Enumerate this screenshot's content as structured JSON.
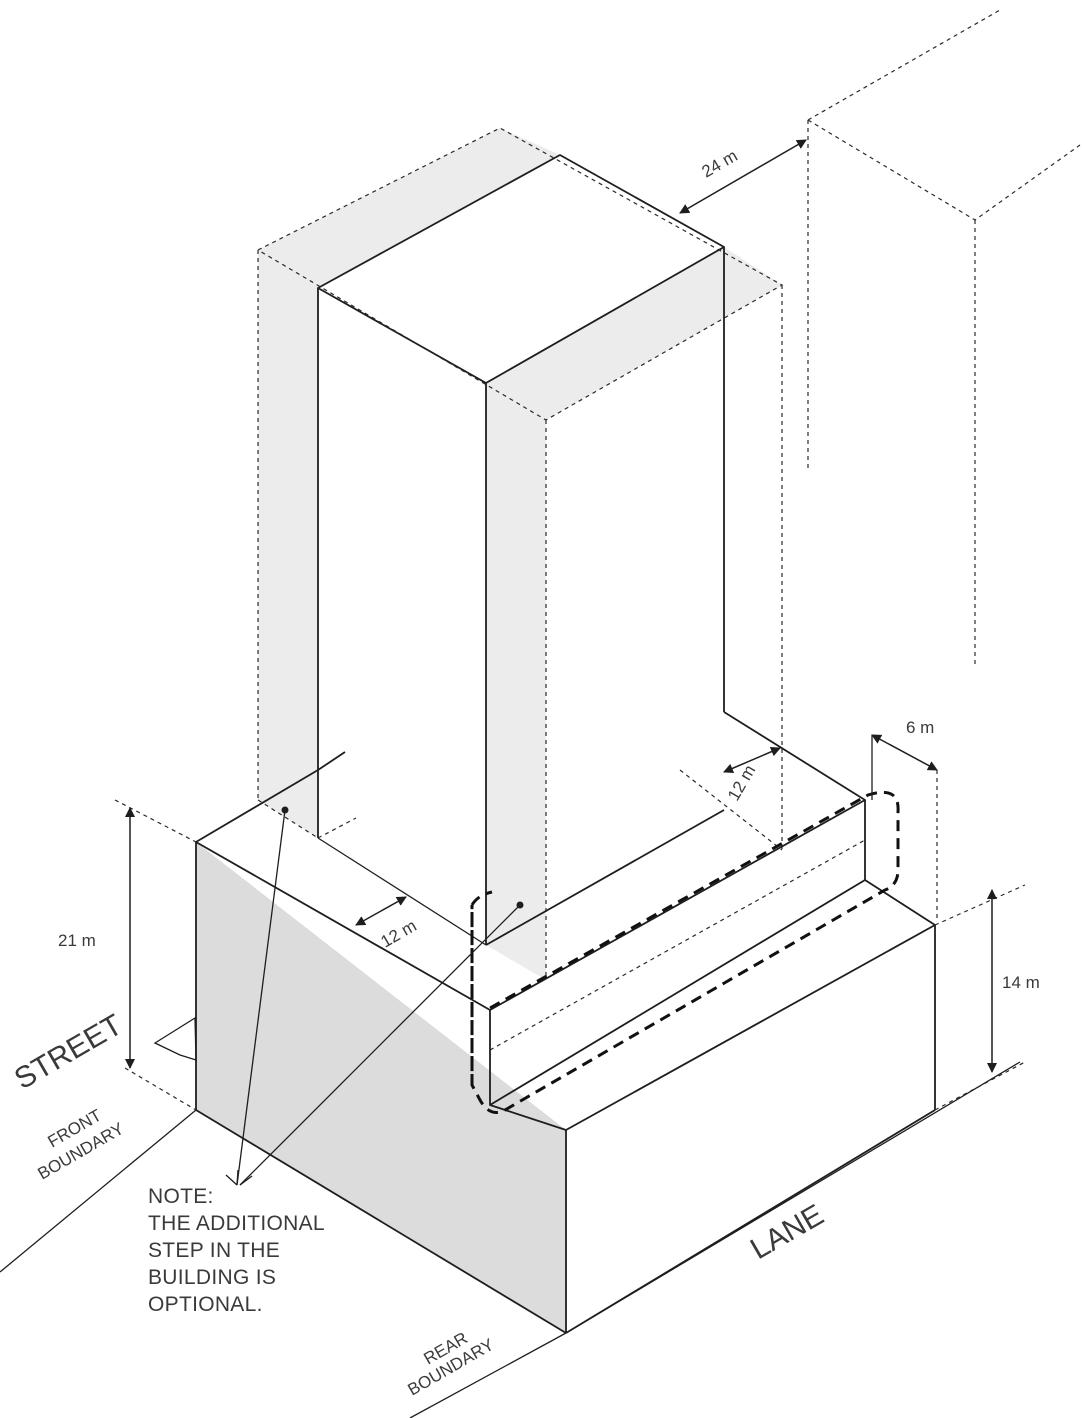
{
  "labels": {
    "d24": "24 m",
    "d6": "6 m",
    "d12_upper": "12 m",
    "d12_lower": "12 m",
    "d21": "21 m",
    "d14": "14 m",
    "street": "STREET",
    "front_boundary": [
      "FRONT",
      "BOUNDARY"
    ],
    "rear_boundary": [
      "REAR",
      "BOUNDARY"
    ],
    "lane": "LANE",
    "note": [
      "NOTE:",
      "THE ADDITIONAL",
      "STEP IN THE",
      "BUILDING IS",
      "OPTIONAL."
    ]
  },
  "colors": {
    "line": "#1e1e1e",
    "shade_light": "#ececec",
    "shade_wall": "#dcdcdc",
    "text": "#3a3a3a"
  }
}
